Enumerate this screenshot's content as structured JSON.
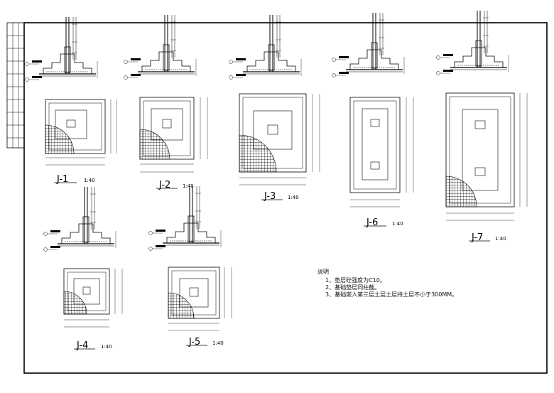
{
  "sheet": {
    "notes": {
      "heading": "说明",
      "lines": [
        "1、垫层砼强度为C10。",
        "2、基础垫层同柱截。",
        "3、基础嵌入第三层土层土层持土层不小于300MM。"
      ]
    },
    "footings": [
      {
        "id": "J-1",
        "label": "J-1",
        "scale": "1:40"
      },
      {
        "id": "J-2",
        "label": "J-2",
        "scale": "1:40"
      },
      {
        "id": "J-3",
        "label": "J-3",
        "scale": "1:40"
      },
      {
        "id": "J-6",
        "label": "J-6",
        "scale": "1:40"
      },
      {
        "id": "J-7",
        "label": "J-7",
        "scale": "1:40"
      },
      {
        "id": "J-4",
        "label": "J-4",
        "scale": "1:40"
      },
      {
        "id": "J-5",
        "label": "J-5",
        "scale": "1:40"
      }
    ]
  }
}
